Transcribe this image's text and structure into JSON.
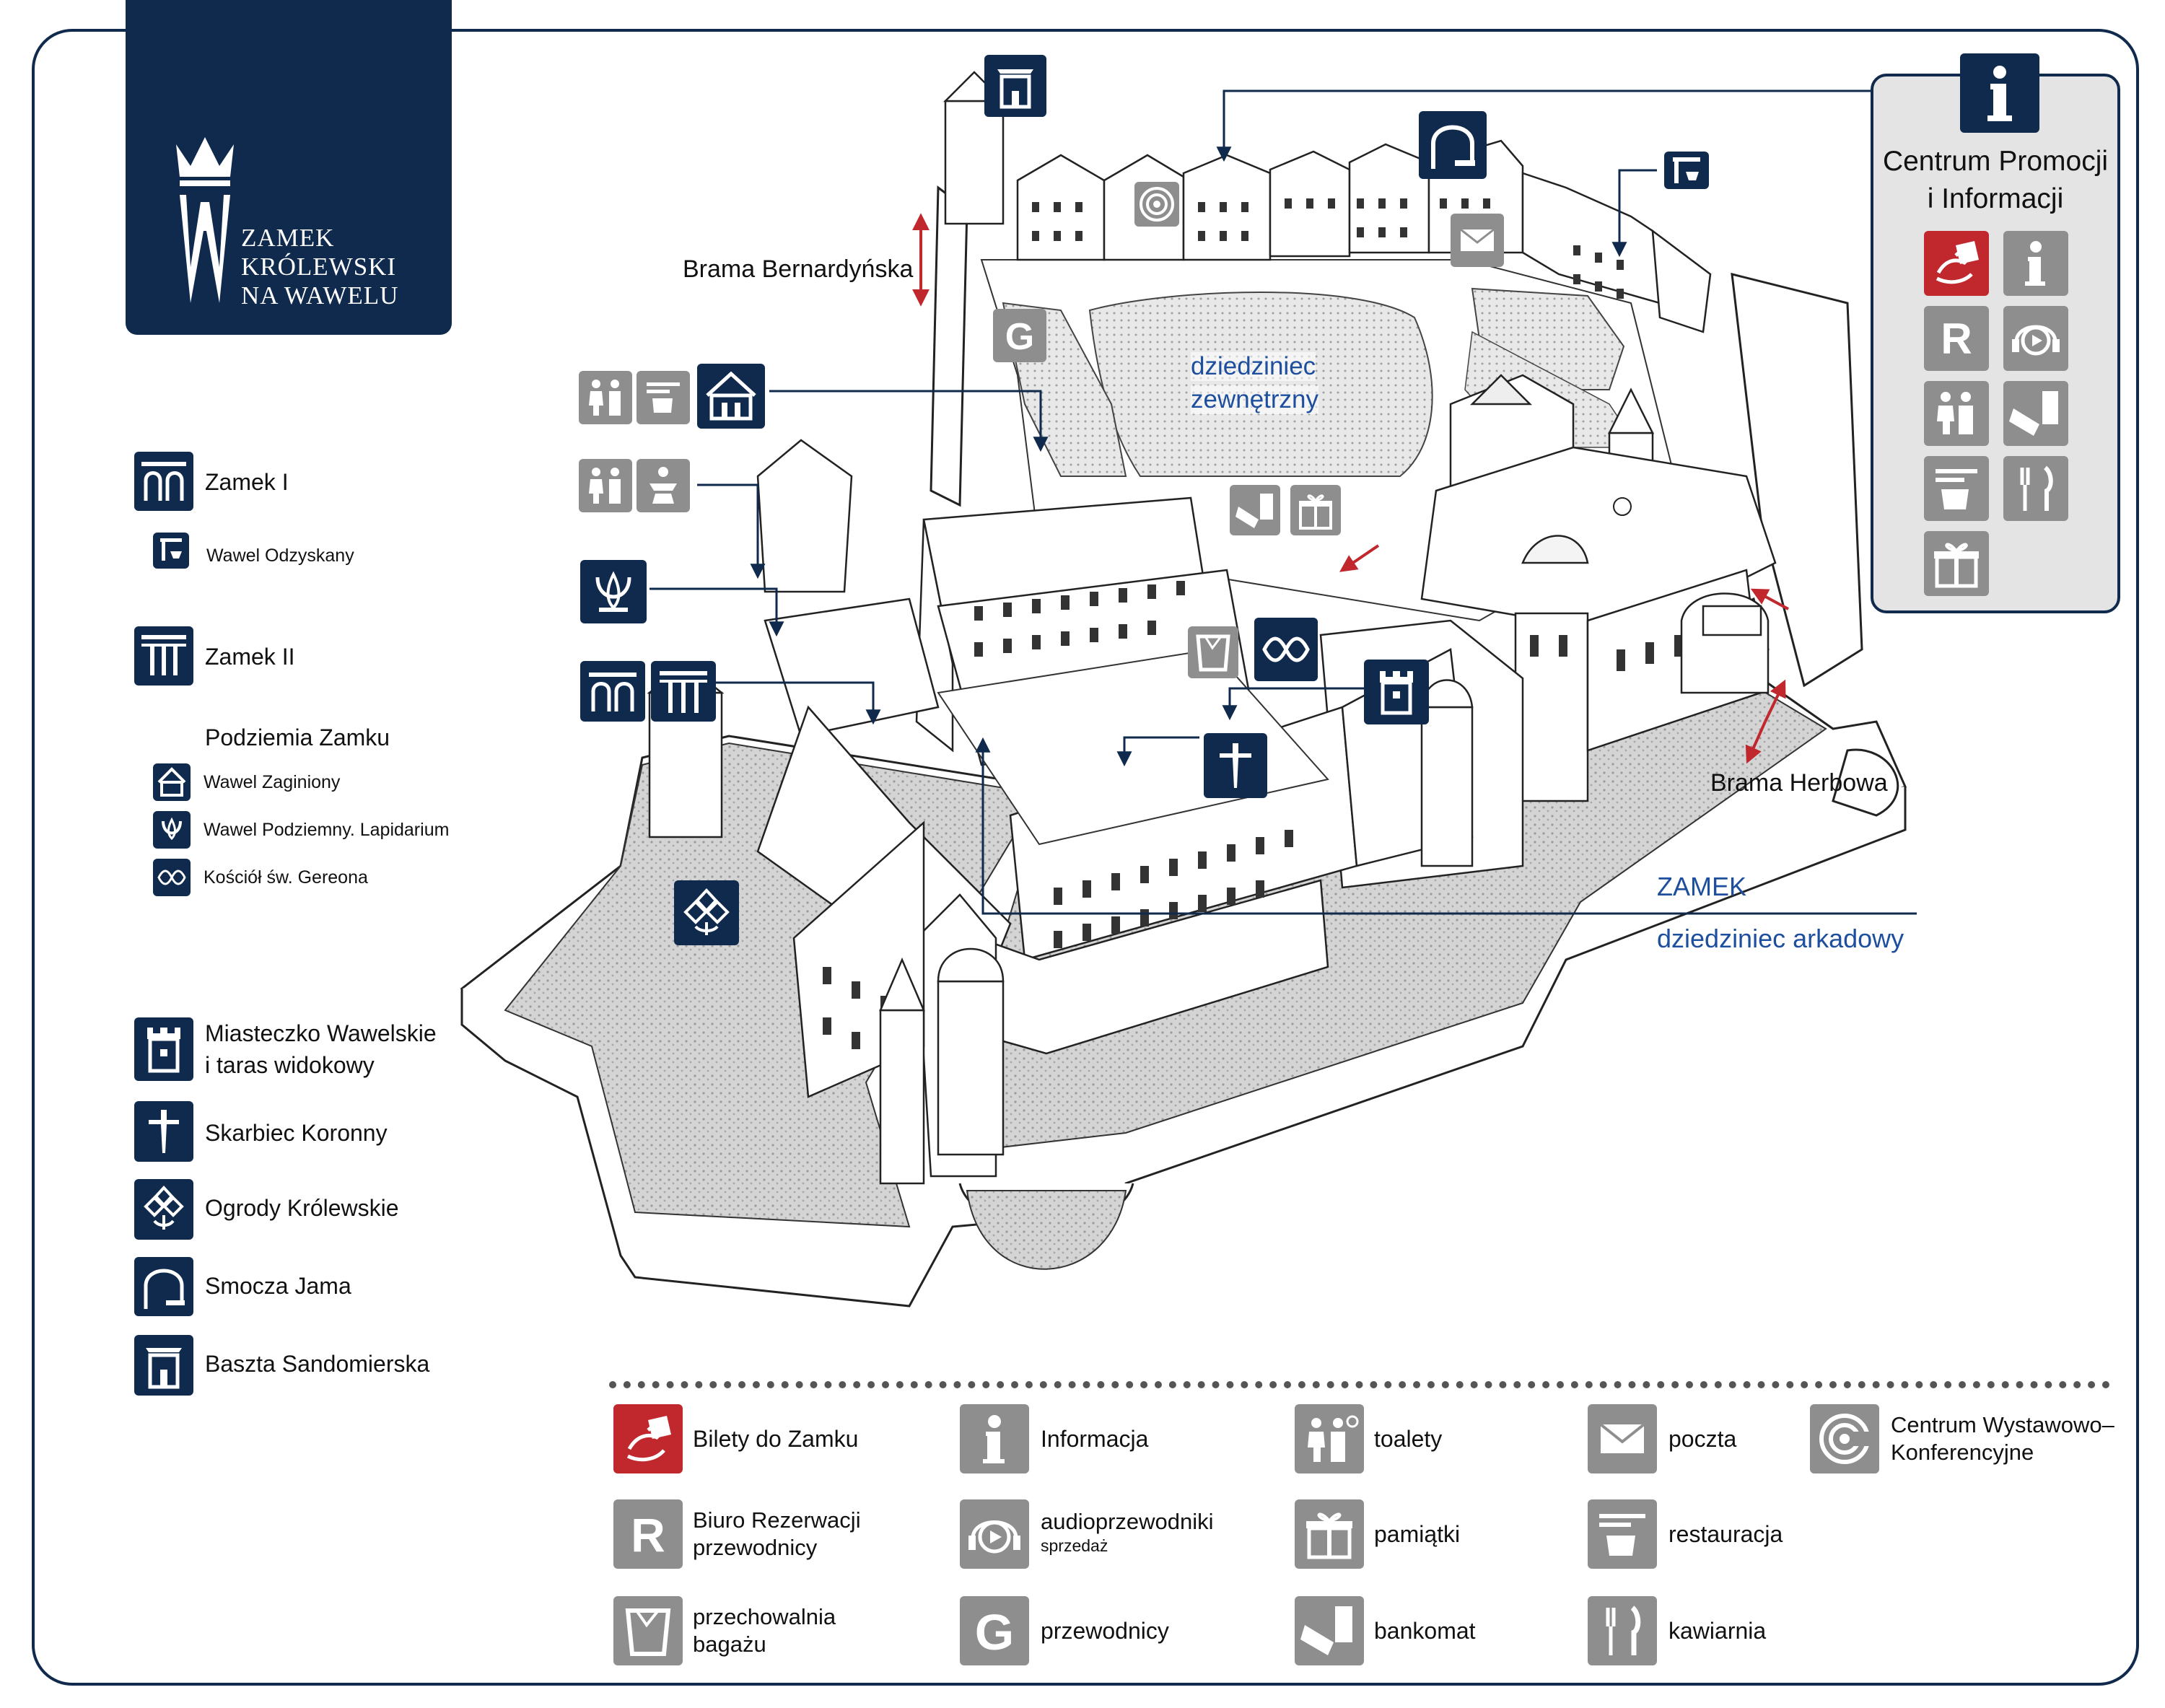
{
  "logo": {
    "line1": "ZAMEK",
    "line2": "KRÓLEWSKI",
    "line3": "NA WAWELU"
  },
  "colors": {
    "navy": "#0f2a4d",
    "gray_icon": "#8e8e8e",
    "red_ticket": "#c0282d",
    "blue_text": "#1d4f9e",
    "panel_bg": "#e4e4e4"
  },
  "left_legend": {
    "zamek1": "Zamek I",
    "wawel_odzyskany": "Wawel Odzyskany",
    "zamek2": "Zamek II",
    "podziemia_heading": "Podziemia Zamku",
    "wawel_zaginiony": "Wawel Zaginiony",
    "wawel_podziemny": "Wawel Podziemny. Lapidarium",
    "kosciol": "Kościół św. Gereona",
    "miasteczko_line1": "Miasteczko Wawelskie",
    "miasteczko_line2": "i taras widokowy",
    "skarbiec": "Skarbiec Koronny",
    "ogrody": "Ogrody Królewskie",
    "smocza": "Smocza Jama",
    "baszta": "Baszta Sandomierska"
  },
  "map_labels": {
    "brama_bernardynska": "Brama Bernardyńska",
    "dziedziniec_line1": "dziedziniec",
    "dziedziniec_line2": "zewnętrzny",
    "brama_herbowa": "Brama Herbowa",
    "zamek": "ZAMEK",
    "dziedziniec_arkadowy": "dziedziniec arkadowy"
  },
  "info_panel": {
    "title_line1": "Centrum Promocji",
    "title_line2": "i Informacji",
    "icons": [
      "ticket-icon",
      "info-icon",
      "reservation-icon",
      "audioguide-icon",
      "toilet-icon",
      "atm-icon",
      "restaurant-icon",
      "cafe-icon",
      "gift-icon"
    ]
  },
  "bottom_legend": {
    "bilety": "Bilety do Zamku",
    "informacja": "Informacja",
    "toalety": "toalety",
    "poczta": "poczta",
    "centrum_line1": "Centrum Wystawowo–",
    "centrum_line2": "Konferencyjne",
    "biuro_line1": "Biuro Rezerwacji",
    "biuro_line2": "przewodnicy",
    "audio_line1": "audioprzewodniki",
    "audio_line2": "sprzedaż",
    "pamiatki": "pamiątki",
    "restauracja": "restauracja",
    "przech_line1": "przechowalnia",
    "przech_line2": "bagażu",
    "przewodnicy": "przewodnicy",
    "bankomat": "bankomat",
    "kawiarnia": "kawiarnia"
  },
  "glyphs": {
    "r": "R",
    "g": "G",
    "i": "i"
  }
}
